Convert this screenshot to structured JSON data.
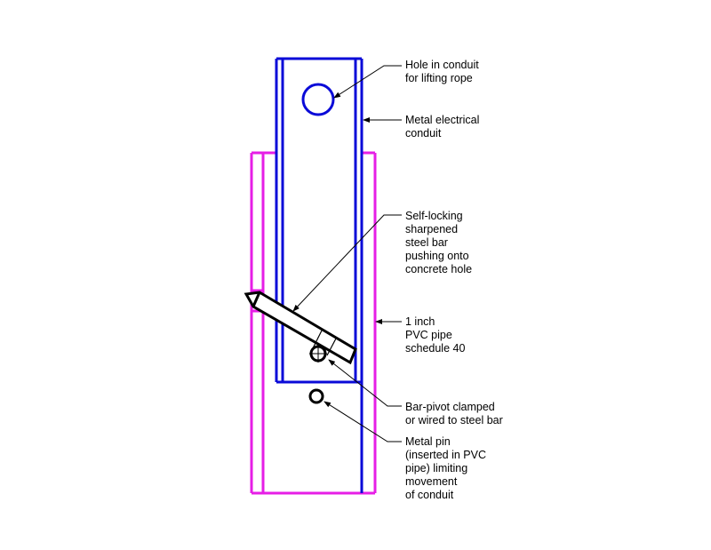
{
  "labels": {
    "hole": "Hole in conduit\nfor lifting rope",
    "conduit": "Metal electrical\nconduit",
    "bar": "Self-locking\nsharpened\nsteel bar\npushing onto\nconcrete hole",
    "pvc": "1 inch\nPVC pipe\nschedule 40",
    "pivot": "Bar-pivot clamped\nor wired to steel bar",
    "pin": "Metal pin\n(inserted in PVC\npipe) limiting\nmovement\nof conduit"
  },
  "colors": {
    "conduit": "#0a0ad8",
    "pvc": "#e61ee6",
    "line": "#000000"
  }
}
